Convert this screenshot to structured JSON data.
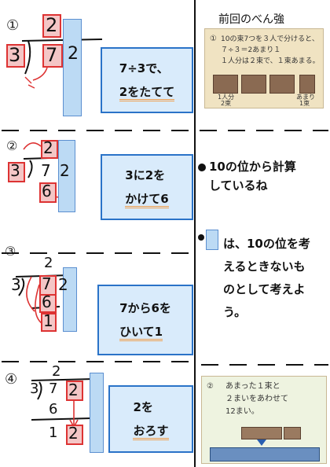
{
  "right": {
    "heading": "前回のべん強",
    "photo1": {
      "num": "①",
      "line1": "10の束7つを３人で分けると、",
      "line2": "７÷３＝2あまり１",
      "line3": "１人分は２束で、１束あまる。",
      "label_left": "1人分",
      "label_left2": "2束",
      "label_right": "あまり",
      "label_right2": "1束"
    },
    "note1": "10の位から計算\nしているね",
    "note2": "は、10の位を考\nえるときないも\nのとして考えよ\nう。",
    "photo2": {
      "num": "②",
      "line1": "あまった１束と",
      "line2": "２まいをあわせて",
      "line3": "12まい。"
    }
  },
  "steps": [
    {
      "num": "①",
      "note_line1": "7÷3で、",
      "note_line2": "2をたてて"
    },
    {
      "num": "②",
      "note_line1": "3に2を",
      "note_line2": "かけて6"
    },
    {
      "num": "③",
      "note_line1": "7から6を",
      "note_line2": "ひいて1"
    },
    {
      "num": "④",
      "note_line1": "2を",
      "note_line2": "おろす"
    }
  ],
  "digits": {
    "s1": {
      "q": "2",
      "d": "3",
      "n1": "7",
      "n2": "2"
    },
    "s2": {
      "q": "2",
      "d": "3",
      "n1": "7",
      "n2": "2",
      "p": "6"
    },
    "s3": {
      "q": "2",
      "d": "3",
      "n1": "7",
      "n2": "2",
      "p": "6",
      "r": "1"
    },
    "s4": {
      "q": "2",
      "d": "3",
      "n1": "7",
      "n2": "2",
      "p": "6",
      "r": "1",
      "r2": "2"
    }
  }
}
